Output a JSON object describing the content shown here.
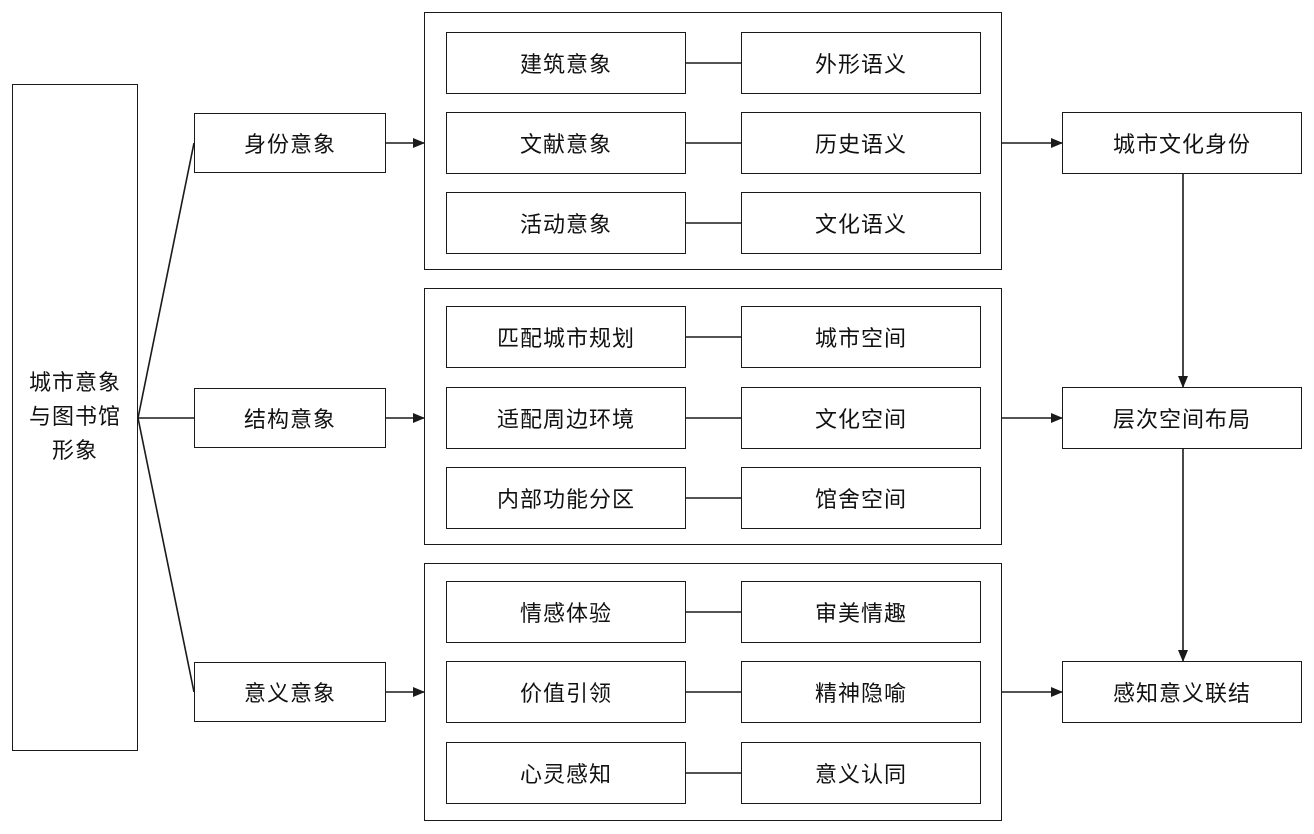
{
  "root": {
    "line1": "城市意象",
    "line2": "与图书馆",
    "line3": "形象"
  },
  "branches": [
    {
      "label": "身份意象",
      "pairs": [
        {
          "left": "建筑意象",
          "right": "外形语义"
        },
        {
          "left": "文献意象",
          "right": "历史语义"
        },
        {
          "left": "活动意象",
          "right": "文化语义"
        }
      ],
      "result": "城市文化身份"
    },
    {
      "label": "结构意象",
      "pairs": [
        {
          "left": "匹配城市规划",
          "right": "城市空间"
        },
        {
          "left": "适配周边环境",
          "right": "文化空间"
        },
        {
          "left": "内部功能分区",
          "right": "馆舍空间"
        }
      ],
      "result": "层次空间布局"
    },
    {
      "label": "意义意象",
      "pairs": [
        {
          "left": "情感体验",
          "right": "审美情趣"
        },
        {
          "left": "价值引领",
          "right": "精神隐喻"
        },
        {
          "left": "心灵感知",
          "right": "意义认同"
        }
      ],
      "result": "感知意义联结"
    }
  ]
}
